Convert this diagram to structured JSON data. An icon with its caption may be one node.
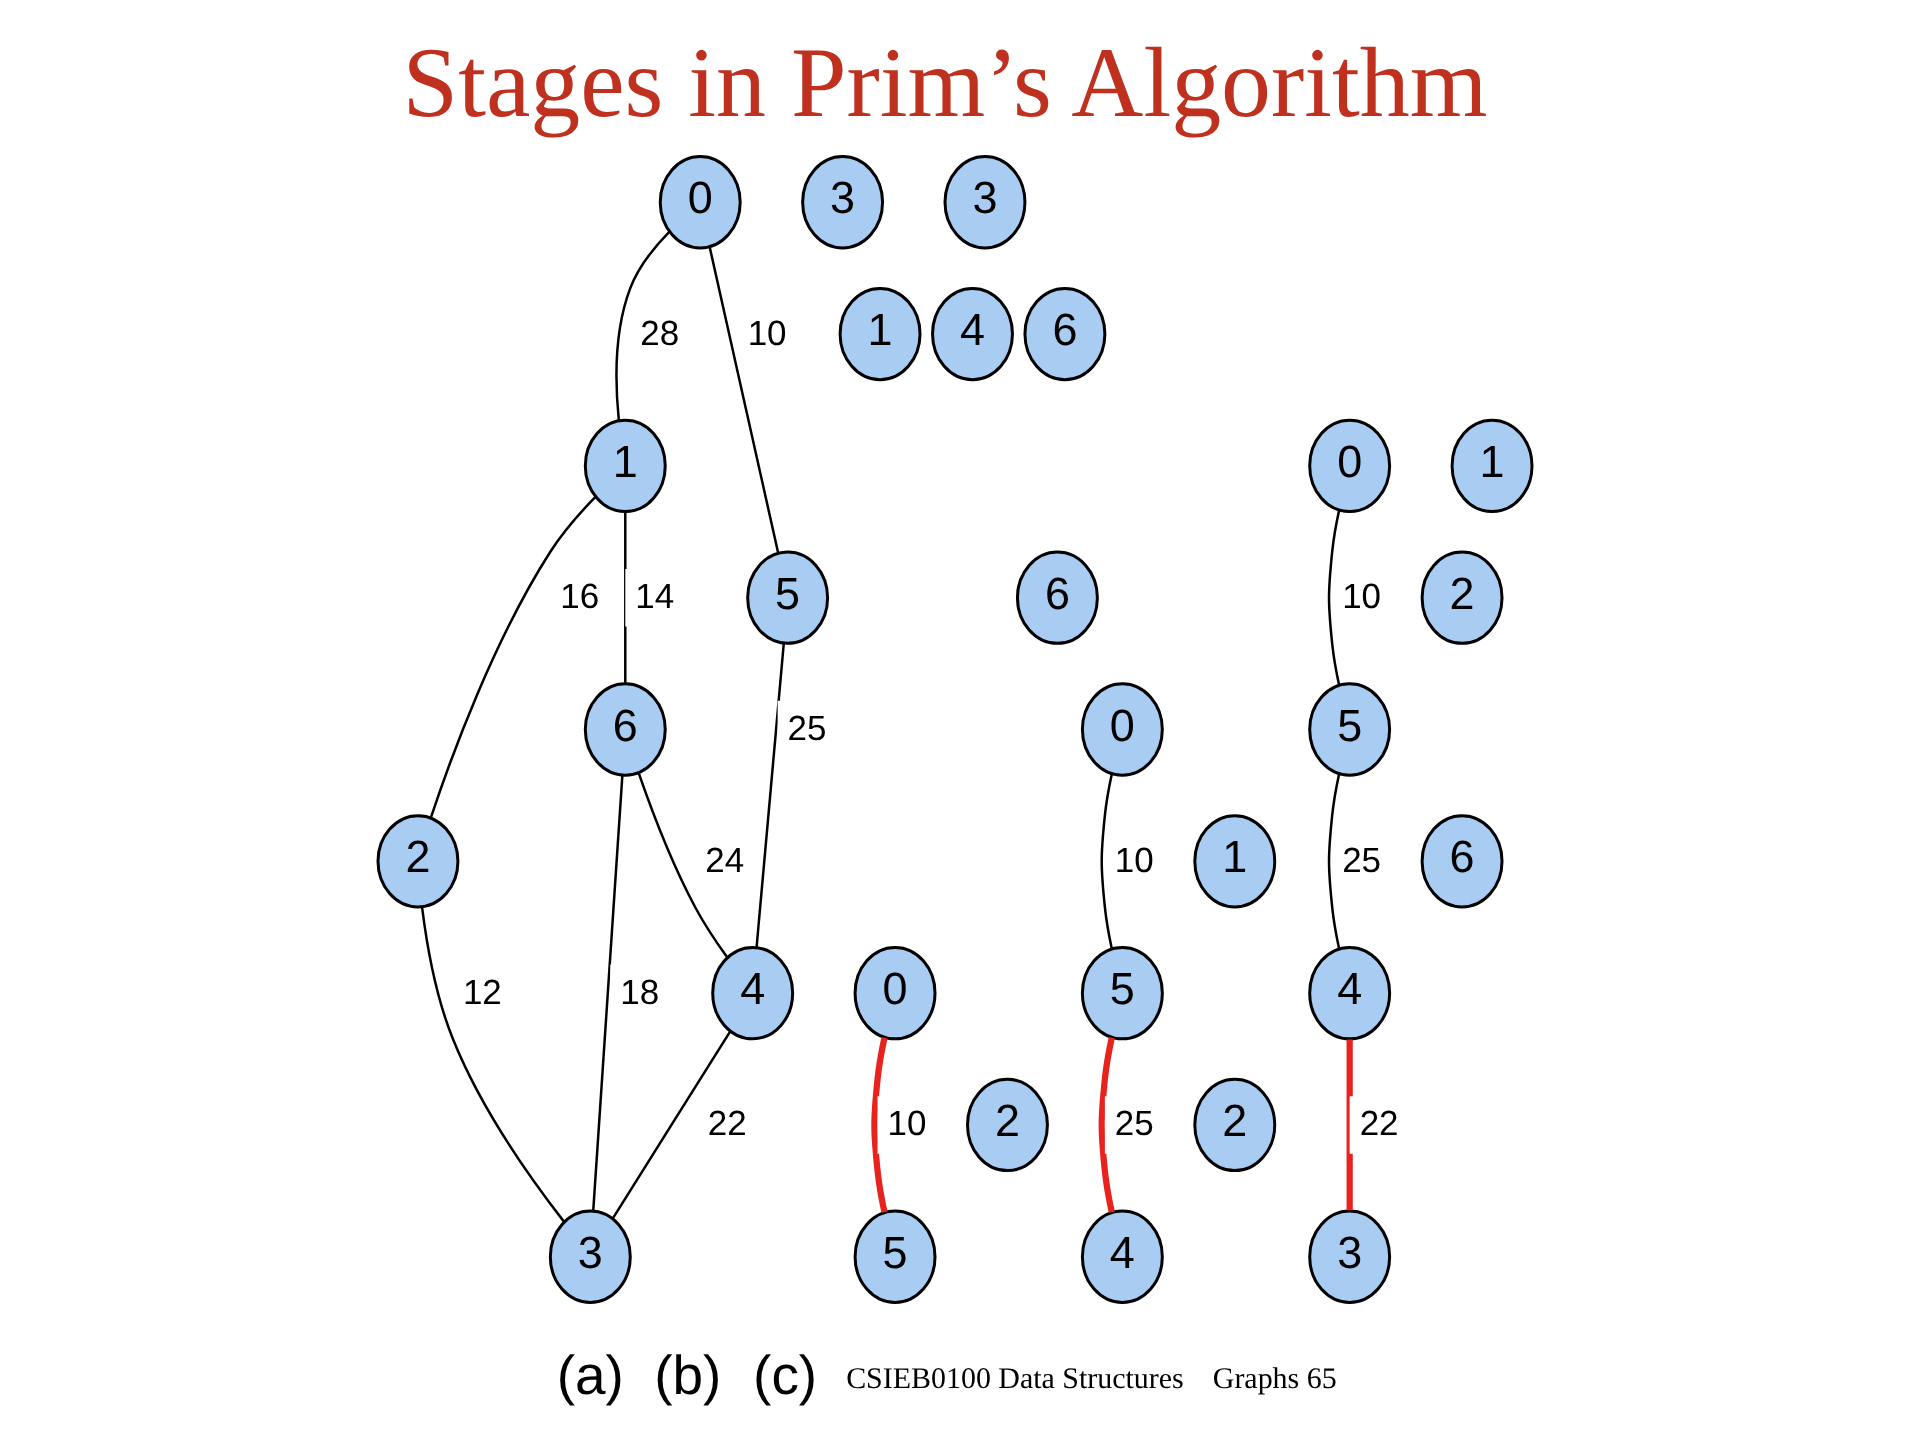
{
  "diagram": {
    "title": "Stages in Prim’s Algorithm",
    "nodes": [
      {
        "text": [
          "0"
        ]
      },
      {
        "text": [
          "1"
        ]
      },
      {
        "text": [
          "2"
        ]
      },
      {
        "text": [
          "3"
        ]
      },
      {
        "text": [
          "4"
        ]
      },
      {
        "text": [
          "5"
        ]
      },
      {
        "text": [
          "6"
        ]
      },
      {
        "text": [
          "0"
        ]
      },
      {
        "text": [
          "1"
        ]
      },
      {
        "text": [
          "2"
        ]
      },
      {
        "text": [
          "3"
        ]
      },
      {
        "text": [
          "4"
        ]
      },
      {
        "text": [
          "5"
        ]
      },
      {
        "text": [
          "6"
        ]
      },
      {
        "text": [
          "0"
        ]
      },
      {
        "text": [
          "1"
        ]
      },
      {
        "text": [
          "2"
        ]
      },
      {
        "text": [
          "3"
        ]
      },
      {
        "text": [
          "4"
        ]
      },
      {
        "text": [
          "5"
        ]
      },
      {
        "text": [
          "6"
        ]
      },
      {
        "text": [
          "0"
        ]
      },
      {
        "text": [
          "1"
        ]
      },
      {
        "text": [
          "2"
        ]
      },
      {
        "text": [
          "3"
        ]
      },
      {
        "text": [
          "4"
        ]
      },
      {
        "text": [
          "5"
        ]
      },
      {
        "text": [
          "6"
        ]
      }
    ],
    "edges": [
      {
        "from": 0,
        "to": 1,
        "arrow": "none",
        "label": "28"
      },
      {
        "from": 0,
        "to": 5,
        "arrow": "none",
        "label": "10"
      },
      {
        "from": 1,
        "to": 6,
        "arrow": "none",
        "label": "14"
      },
      {
        "from": 1,
        "to": 2,
        "arrow": "none",
        "label": "16"
      },
      {
        "from": 5,
        "to": 4,
        "arrow": "none",
        "label": "25"
      },
      {
        "from": 6,
        "to": 4,
        "arrow": "none",
        "label": "24"
      },
      {
        "from": 6,
        "to": 3,
        "arrow": "none",
        "label": "18"
      },
      {
        "from": 2,
        "to": 3,
        "arrow": "none",
        "label": "12"
      },
      {
        "from": 4,
        "to": 3,
        "arrow": "none",
        "label": "22"
      },
      {
        "from": 7,
        "to": 12,
        "arrow": "none",
        "label": "10",
        "color": "#e8231e",
        "style": "thick"
      },
      {
        "from": 14,
        "to": 19,
        "arrow": "none",
        "label": "10"
      },
      {
        "from": 19,
        "to": 18,
        "arrow": "none",
        "label": "25",
        "color": "#e8231e",
        "style": "thick"
      },
      {
        "from": 21,
        "to": 26,
        "arrow": "none",
        "label": "10"
      },
      {
        "from": 26,
        "to": 25,
        "arrow": "none",
        "label": "25"
      },
      {
        "from": 25,
        "to": 24,
        "arrow": "none",
        "label": "22",
        "color": "#e8231e",
        "style": "thick"
      }
    ],
    "labels": [
      "(a)",
      "(b)",
      "(c)",
      "CSIEB0100 Data Structures",
      "Graphs 65"
    ]
  }
}
